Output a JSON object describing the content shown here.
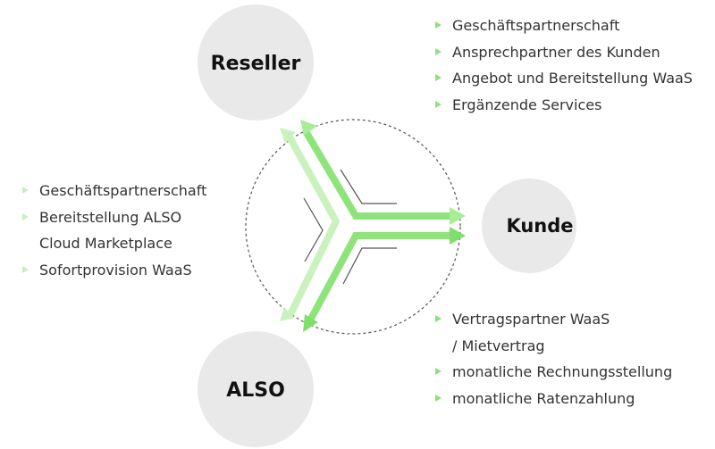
{
  "nodes": {
    "reseller": "Reseller",
    "kunde": "Kunde",
    "also": "ALSO"
  },
  "lists": {
    "reseller_items": [
      "Geschäftspartnerschaft",
      "Ansprechpartner des Kunden",
      "Angebot und Bereitstellung WaaS",
      "Ergänzende Services"
    ],
    "also_items": [
      "Geschäftspartnerschaft",
      "Bereitstellung ALSO",
      "Cloud Marketplace",
      "Sofortprovision WaaS"
    ],
    "kunde_items": [
      "Vertragspartner WaaS",
      "/ Mietvertrag",
      "monatliche Rechnungsstellung",
      "monatliche Ratenzahlung"
    ]
  },
  "colors": {
    "node_fill": "#e9e9e9",
    "arrow_dark": "#7ee06a",
    "arrow_light": "#c9f2bf",
    "bullet": "#8ee07a"
  }
}
